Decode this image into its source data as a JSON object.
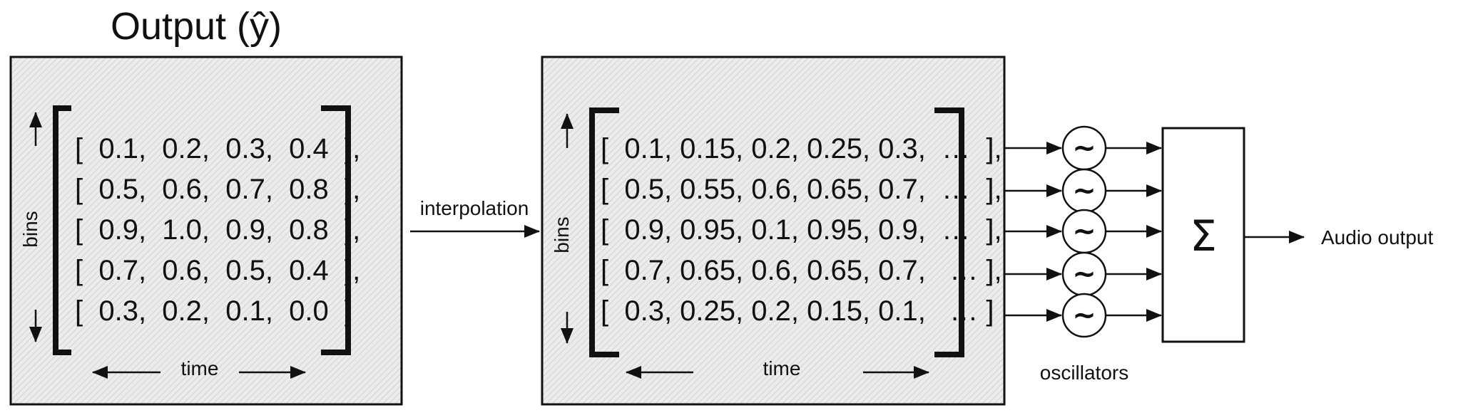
{
  "title": "Output (ŷ)",
  "left_panel": {
    "axis_bins": "bins",
    "axis_time": "time",
    "rows": [
      "[  0.1,  0.2,  0.3,  0.4  ],",
      "[  0.5,  0.6,  0.7,  0.8  ],",
      "[  0.9,  1.0,  0.9,  0.8  ],",
      "[  0.7,  0.6,  0.5,  0.4  ],",
      "[  0.3,  0.2,  0.1,  0.0  ]"
    ]
  },
  "interpolation_label": "interpolation",
  "right_panel": {
    "axis_bins": "bins",
    "axis_time": "time",
    "rows": [
      "[  0.1, 0.15, 0.2, 0.25, 0.3,  …  ],",
      "[  0.5, 0.55, 0.6, 0.65, 0.7,  …  ],",
      "[  0.9, 0.95, 0.1, 0.95, 0.9,  …  ],",
      "[  0.7, 0.65, 0.6, 0.65, 0.7,   … ],",
      "[  0.3, 0.25, 0.2, 0.15, 0.1,   … ]"
    ]
  },
  "oscillator_symbol": "~",
  "oscillators_label": "oscillators",
  "sum_symbol": "Σ",
  "audio_output_label": "Audio output"
}
